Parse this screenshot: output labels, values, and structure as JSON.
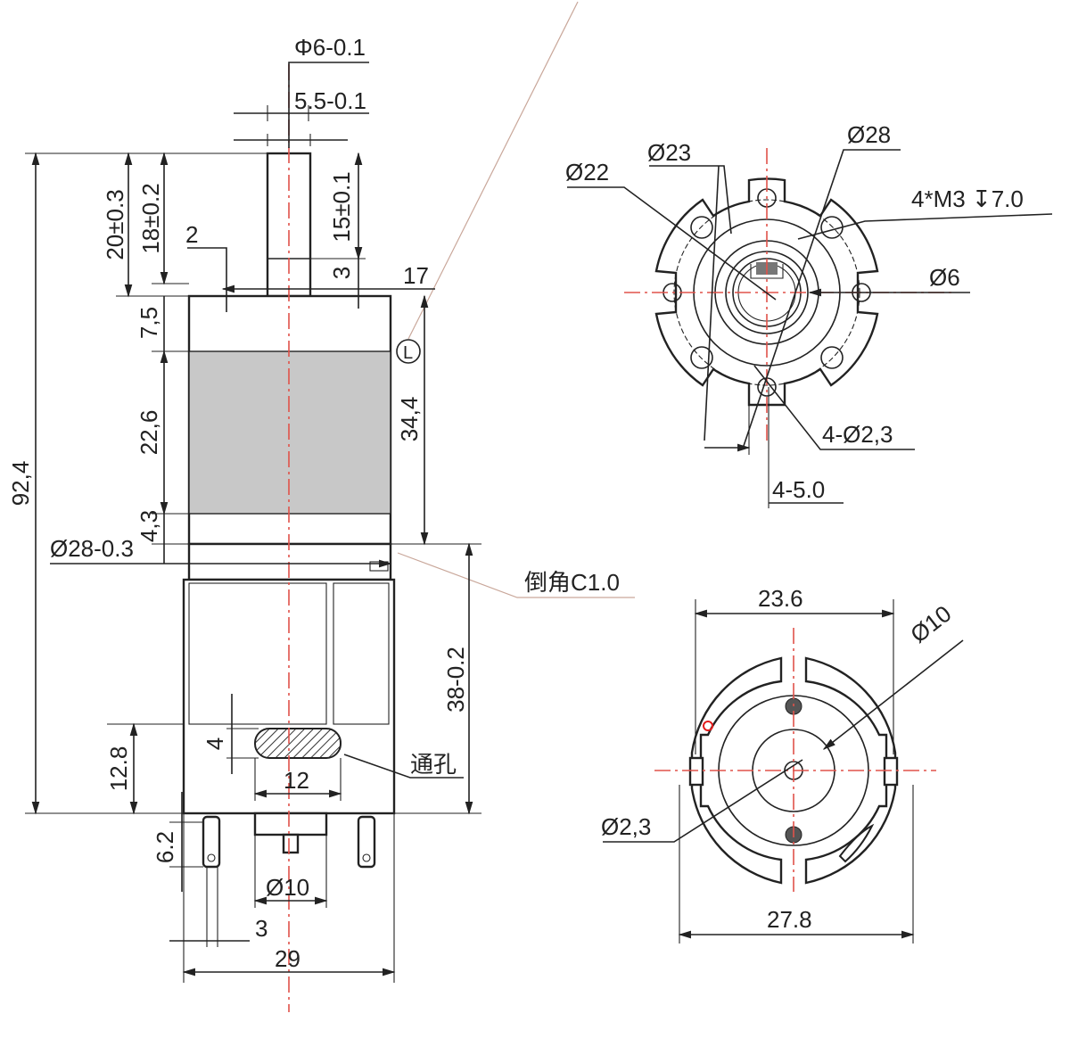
{
  "colors": {
    "line": "#222222",
    "centerline": "#e0524a",
    "magnet_fill": "#c8c8c8",
    "red_mark": "#e31b1b"
  },
  "side_view": {
    "shaft_diameter": "Φ6-0.1",
    "flat_width": "5.5-0.1",
    "shaft_length": "20±0.3",
    "shaft_length_2": "18±0.2",
    "flat_length": "15±0.1",
    "dim_2": "2",
    "dim_3_top": "3",
    "dim_17": "17",
    "dim_7_5": "7,5",
    "dim_22_6": "22,6",
    "dim_4_3": "4,3",
    "dim_34_4": "34,4",
    "total_length": "92,4",
    "gearbox_diameter": "Ø28-0.3",
    "chamfer_note": "倒角C1.0",
    "motor_length": "38-0.2",
    "dim_12_8": "12.8",
    "slot_height": "4",
    "slot_width": "12",
    "through_hole_note": "通孔",
    "terminal_length": "6.2",
    "boss_diameter": "Ø10",
    "terminal_offset": "3",
    "motor_width": "29",
    "marker_L": "L"
  },
  "front_view": {
    "d22": "Ø22",
    "d23": "Ø23",
    "d28": "Ø28",
    "mounting_holes": "4*M3 ↧7.0",
    "shaft_d6": "Ø6",
    "holes_d2_3": "4-Ø2,3",
    "slots_5": "4-5.0"
  },
  "rear_view": {
    "width_23_6": "23.6",
    "boss_d10": "Ø10",
    "hole_d2_3": "Ø2,3",
    "width_27_8": "27.8"
  }
}
